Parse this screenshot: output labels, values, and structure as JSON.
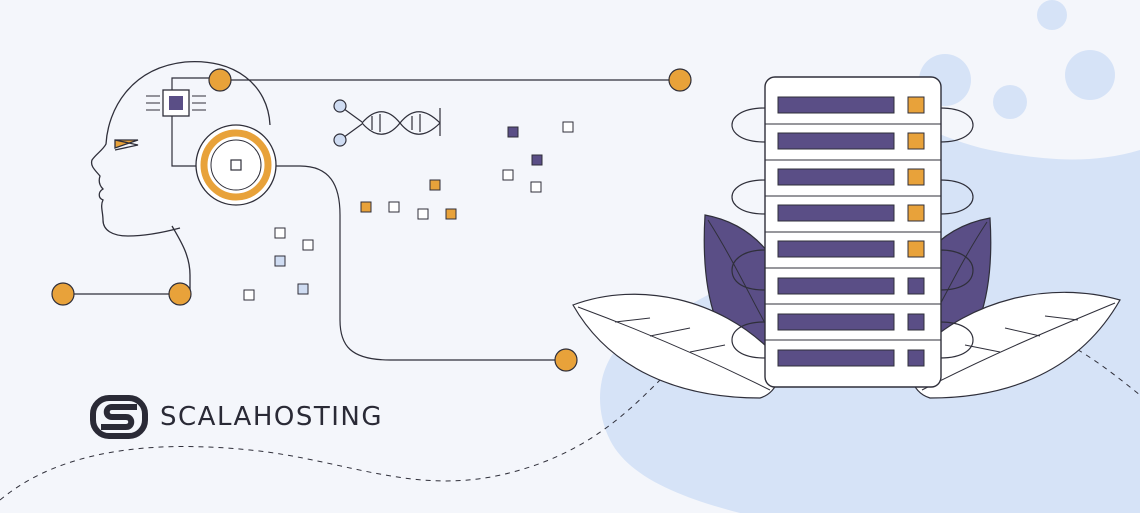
{
  "brand": {
    "name": "SCALAHOSTING",
    "logo_icon": "scala-s-logo-icon"
  },
  "colors": {
    "background": "#f4f6fb",
    "blob": "#d6e3f7",
    "purple": "#5a4e86",
    "orange": "#e8a23a",
    "line": "#2f2f3a",
    "light_square": "#cfdcf2"
  },
  "icons": [
    "ai-head-icon",
    "dna-icon",
    "server-rack-icon",
    "leaf-icon"
  ],
  "server": {
    "units": 8,
    "status": [
      "orange",
      "orange",
      "orange",
      "orange",
      "orange",
      "purple",
      "purple",
      "purple"
    ]
  }
}
